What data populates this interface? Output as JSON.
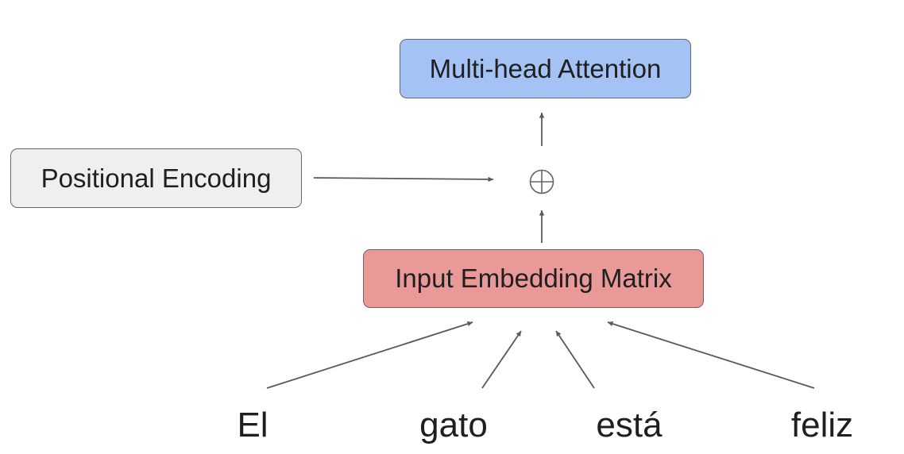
{
  "diagram": {
    "attention_box": {
      "label": "Multi-head Attention",
      "color": "#a4c2f4"
    },
    "positional_box": {
      "label": "Positional Encoding",
      "color": "#efefef"
    },
    "embedding_box": {
      "label": "Input Embedding Matrix",
      "color": "#ea9999"
    },
    "add_symbol": "⊕",
    "input_words": [
      "El",
      "gato",
      "está",
      "feliz"
    ],
    "edge_color": "#595959"
  }
}
